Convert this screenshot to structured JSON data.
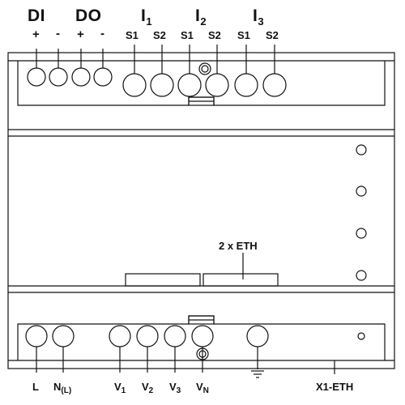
{
  "top_groups": {
    "di": "DI",
    "do": "DO",
    "i1": {
      "letter": "I",
      "sub": "1"
    },
    "i2": {
      "letter": "I",
      "sub": "2"
    },
    "i3": {
      "letter": "I",
      "sub": "3"
    }
  },
  "top_terminals": {
    "di_plus": "+",
    "di_minus": "-",
    "do_plus": "+",
    "do_minus": "-",
    "i1_s1": "S1",
    "i1_s2": "S2",
    "i2_s1": "S1",
    "i2_s2": "S2",
    "i3_s1": "S1",
    "i3_s2": "S2"
  },
  "eth_label": "2 x ETH",
  "bottom_terminals": {
    "l": "L",
    "n": {
      "letter": "N",
      "sub": "(L)"
    },
    "v1": {
      "letter": "V",
      "sub": "1"
    },
    "v2": {
      "letter": "V",
      "sub": "2"
    },
    "v3": {
      "letter": "V",
      "sub": "3"
    },
    "vn": {
      "letter": "V",
      "sub": "N"
    }
  },
  "x1_label": "X1-ETH",
  "icons": {
    "ground": "ground-icon"
  }
}
